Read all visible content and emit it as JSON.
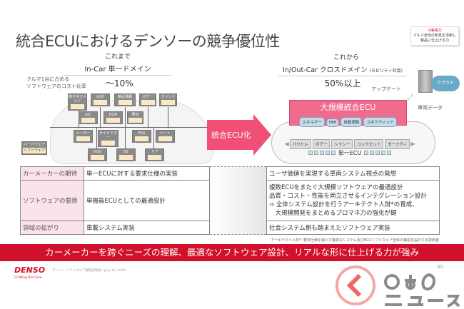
{
  "title": "統合ECUにおけるデンソーの競争優位性",
  "callout": {
    "heading": "③実装力",
    "line1": "クルマ全体の知見を活用し",
    "line2": "製品に仕上げる力"
  },
  "before": {
    "label": "これまで",
    "domain": "In-Car 単一ドメイン",
    "cost_label_1": "クルマ1台に占める",
    "cost_label_2": "ソフトウェアのコスト比率",
    "cost": "〜10%",
    "ecus": [
      "熱マネジメント",
      "G/W",
      "接近通報",
      "ボデー",
      "クリソナ",
      "A/C",
      "DCM",
      "照合",
      "メーター",
      "サイドミラー",
      "PKG",
      "シート",
      "HUD",
      "EV",
      "ドア"
    ],
    "legend_hw": "ハードウェア",
    "legend_sw": "ソフトウェア"
  },
  "transition": "統合ECU化",
  "after": {
    "label": "これから",
    "domain": "In/Out-Car クロスドメイン",
    "domain_note": "(モビリティ社会)",
    "cost": "50%以上",
    "big_ecu": "大規模統合ECU",
    "functions": [
      "エネルギー",
      "HMI",
      "自動運転",
      "コネクティッド"
    ],
    "domains": [
      "パワトレ",
      "ボデー",
      "シャシー",
      "コックピット",
      "セーフティ"
    ],
    "single_ecu": "単一ECU",
    "update": "アップデート",
    "vehicle_data": "車両データ",
    "cloud": "クラウド"
  },
  "table": [
    {
      "label": "カーメーカーの期待",
      "before": "単一ECUに対する要求仕様の実装",
      "after": [
        "ユーザ価値を実現する車両システム視点の発想"
      ]
    },
    {
      "label": "ソフトウェアの要諦",
      "before": "単機能ECUとしての最適設計",
      "after": [
        "複数ECUをまたぐ大規模ソフトウェアの最適設計",
        "品質・コスト・性能を両立させるインテグレーション設計",
        "⇒ 全体システム設計を行うアーキテクト人財*の育成、",
        "　大規模開発をまとめるプロマネ力の強化が鍵"
      ]
    },
    {
      "label": "領域の拡がり",
      "before": "車載システム実装",
      "after": [
        "社会システム側も踏まえたソフトウェア実装"
      ]
    }
  ],
  "footnote": "アーキテクト人財*: 要求仕様を満たす最適なシステム及びECUソフトウェア全体の構造を設計する技術者",
  "banner": "カーメーカーを跨ぐニーズの理解、最適なソフトウェア設計、リアルな形に仕上げる力が強み",
  "footer": {
    "brand": "DENSO",
    "tagline": "Crafting the Core",
    "event": "デンソー ソフトウェア戦略説明会 / July 12, 2024",
    "page": "30"
  },
  "watermark": "くるまのニュース",
  "colors": {
    "accent": "#d0112b",
    "pink": "#f06b8d"
  }
}
